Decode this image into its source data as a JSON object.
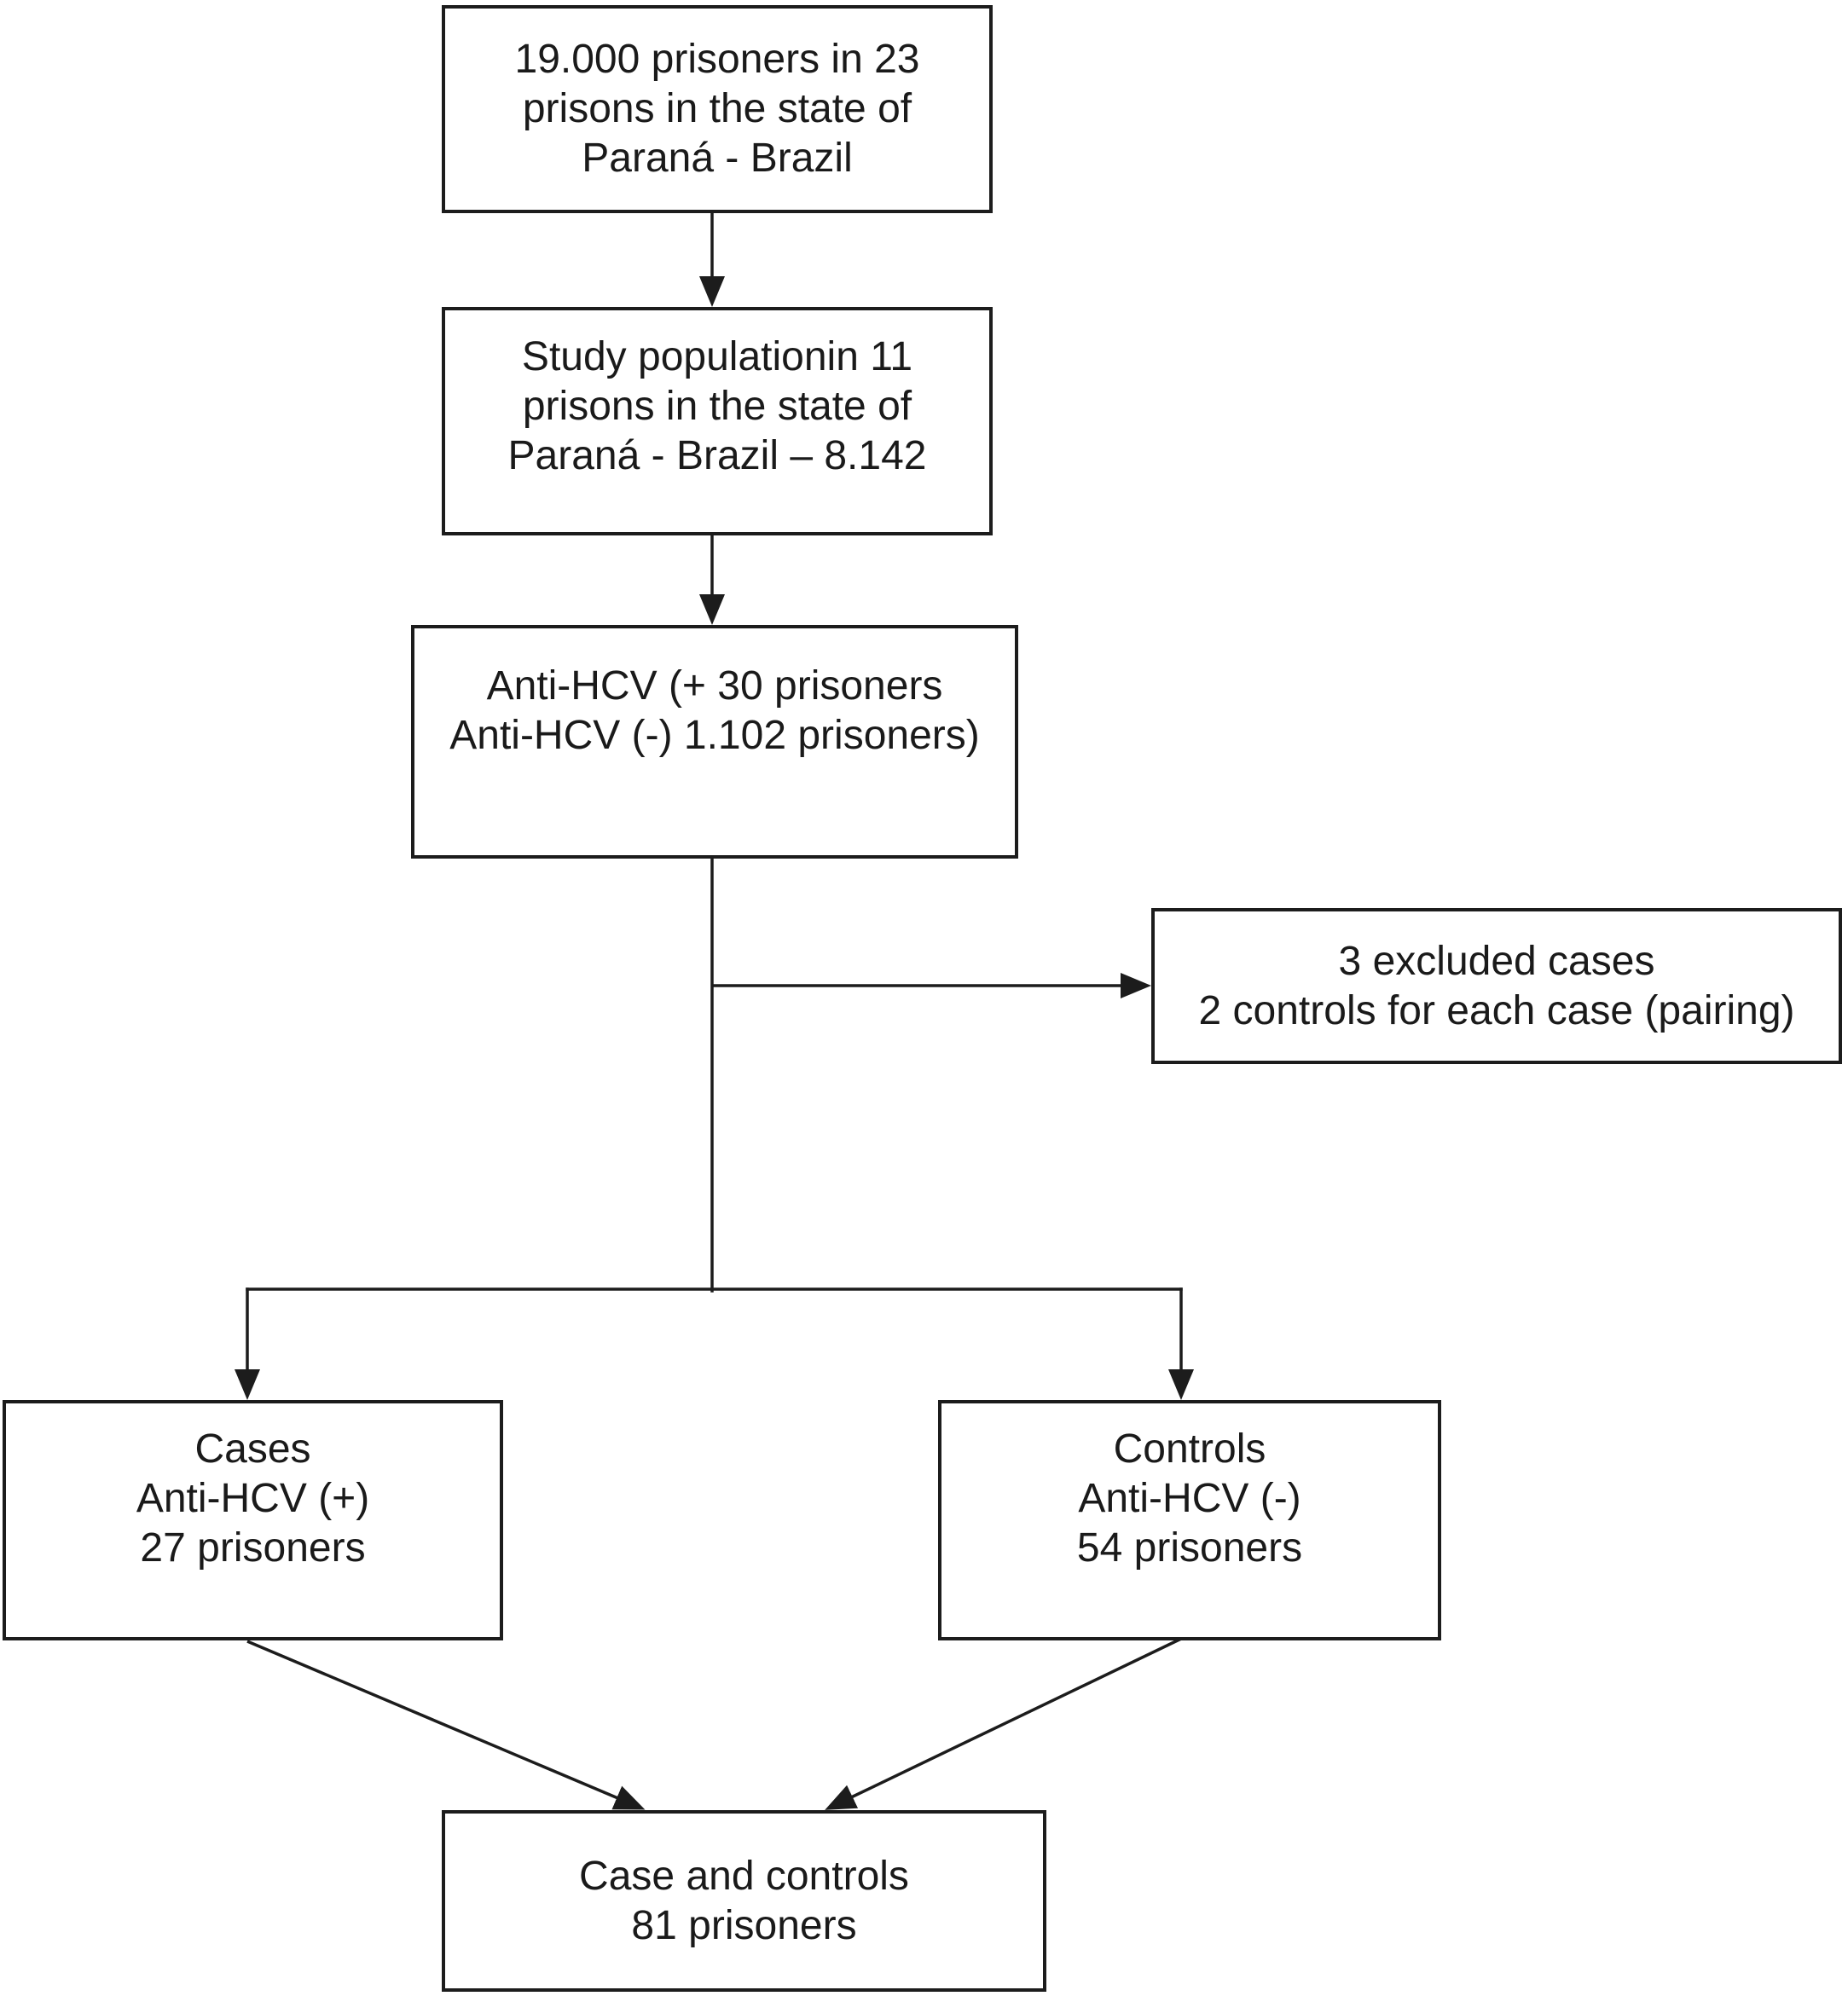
{
  "diagram": {
    "type": "flowchart",
    "colors": {
      "background": "#ffffff",
      "box_fill": "#ffffff",
      "box_border": "#1c1c1c",
      "line": "#1c1c1c",
      "text": "#1a1a1a"
    },
    "boxes": {
      "total": {
        "lines": [
          "19.000 prisoners in 23",
          "prisons in the state of",
          "Paraná - Brazil"
        ]
      },
      "study": {
        "lines": [
          "Study populationin 11",
          "prisons in the state of",
          "Paraná - Brazil – 8.142"
        ]
      },
      "screening": {
        "lines": [
          "Anti-HCV (+ 30 prisoners",
          "Anti-HCV (-) 1.102 prisoners)"
        ]
      },
      "excluded": {
        "lines": [
          "3 excluded cases",
          "2 controls for each case (pairing)"
        ]
      },
      "cases": {
        "lines": [
          "Cases",
          "Anti-HCV (+)",
          "27 prisoners"
        ]
      },
      "controls": {
        "lines": [
          "Controls",
          "Anti-HCV (-)",
          "54 prisoners"
        ]
      },
      "combined": {
        "lines": [
          "Case and controls",
          "81 prisoners"
        ]
      }
    }
  }
}
